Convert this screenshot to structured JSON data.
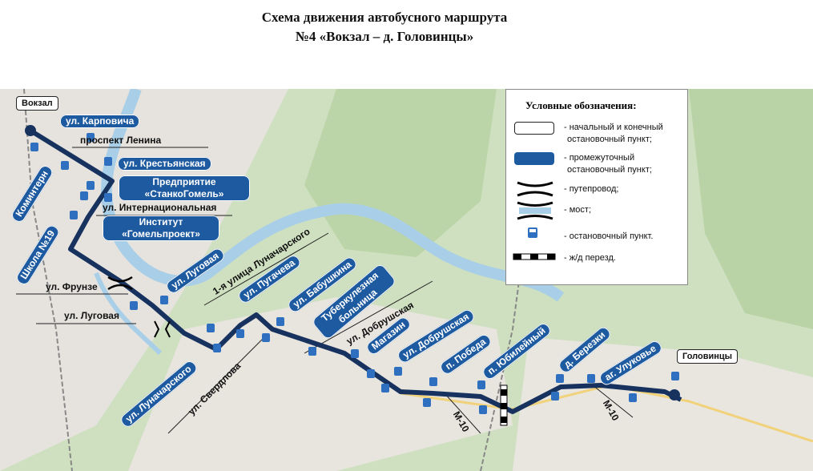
{
  "title": {
    "line1": "Схема движения автобусного маршрута",
    "line2": "№4 «Вокзал – д. Головинцы»"
  },
  "endpoints": {
    "start": "Вокзал",
    "end": "Головинцы"
  },
  "stops": {
    "karpovicha": "ул. Карповича",
    "krestyanskaya": "ул. Крестьянская",
    "stankogomel": "Предприятие «СтанкоГомель»",
    "institut": "Институт «Гомельпроект»",
    "kominterna": "Коминтерн",
    "shkola19": "Школа №19",
    "lugovaya": "ул. Луговая",
    "lunacharskogo": "ул. Луначарского",
    "pugacheva": "ул. Пугачева",
    "babushkina": "ул. Бабушкина",
    "tuberkulez": "Туберкулезная больница",
    "magazin": "Магазин",
    "dobrushskaya": "ул. Добрушская",
    "pobeda": "п. Победа",
    "yubileyny": "п. Юбилейный",
    "berezki": "д. Березки",
    "ulukovye": "аг. Улуковье"
  },
  "streets": {
    "prospekt_lenina": "проспект Ленина",
    "internatsionalnaya": "ул. Интернациональная",
    "frunze": "ул. Фрунзе",
    "lugovaya": "ул. Луговая",
    "lunacharskogo_1": "1-я улица Луначарского",
    "dobrushskaya": "ул. Добрушская",
    "sverdlova": "ул. Свердлова",
    "m10_a": "М-10",
    "m10_b": "М-10"
  },
  "legend": {
    "heading": "Условные обозначения:",
    "items": [
      {
        "icon": "start-end-stop-icon",
        "text1": "- начальный и конечный",
        "text2": "остановочный пункт;"
      },
      {
        "icon": "intermediate-stop-icon",
        "text1": "- промежуточный",
        "text2": "остановочный пункт;"
      },
      {
        "icon": "overpass-icon",
        "text1": "- путепровод;",
        "text2": ""
      },
      {
        "icon": "bridge-icon",
        "text1": "- мост;",
        "text2": ""
      },
      {
        "icon": "bus-stop-icon",
        "text1": "- остановочный пункт.",
        "text2": ""
      },
      {
        "icon": "railway-crossing-icon",
        "text1": "- ж/д перезд.",
        "text2": ""
      }
    ]
  },
  "colors": {
    "route": "#17325e",
    "stop_label": "#1e5aa0",
    "bus_icon": "#2f6fc0",
    "water": "#a9cfe8",
    "greenery": "#c9dcb8",
    "urban": "#e6e3de"
  }
}
